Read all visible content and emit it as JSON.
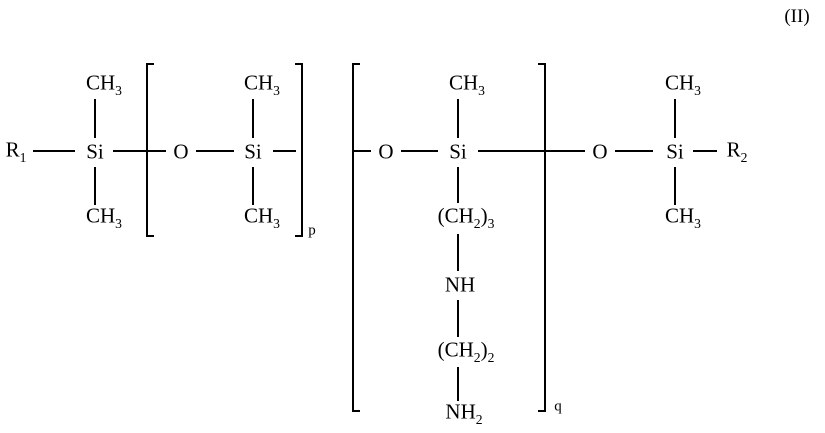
{
  "formula_number": "(II)",
  "colors": {
    "ink": "#000000",
    "background": "#ffffff"
  },
  "labels": {
    "r": "R",
    "sub1": "1",
    "sub2": "2",
    "sub3": "3",
    "si": "Si",
    "o": "O",
    "ch": "CH",
    "ch2_open": "(CH",
    "ch2_close": ")",
    "nh": "NH",
    "p": "p",
    "q": "q"
  }
}
